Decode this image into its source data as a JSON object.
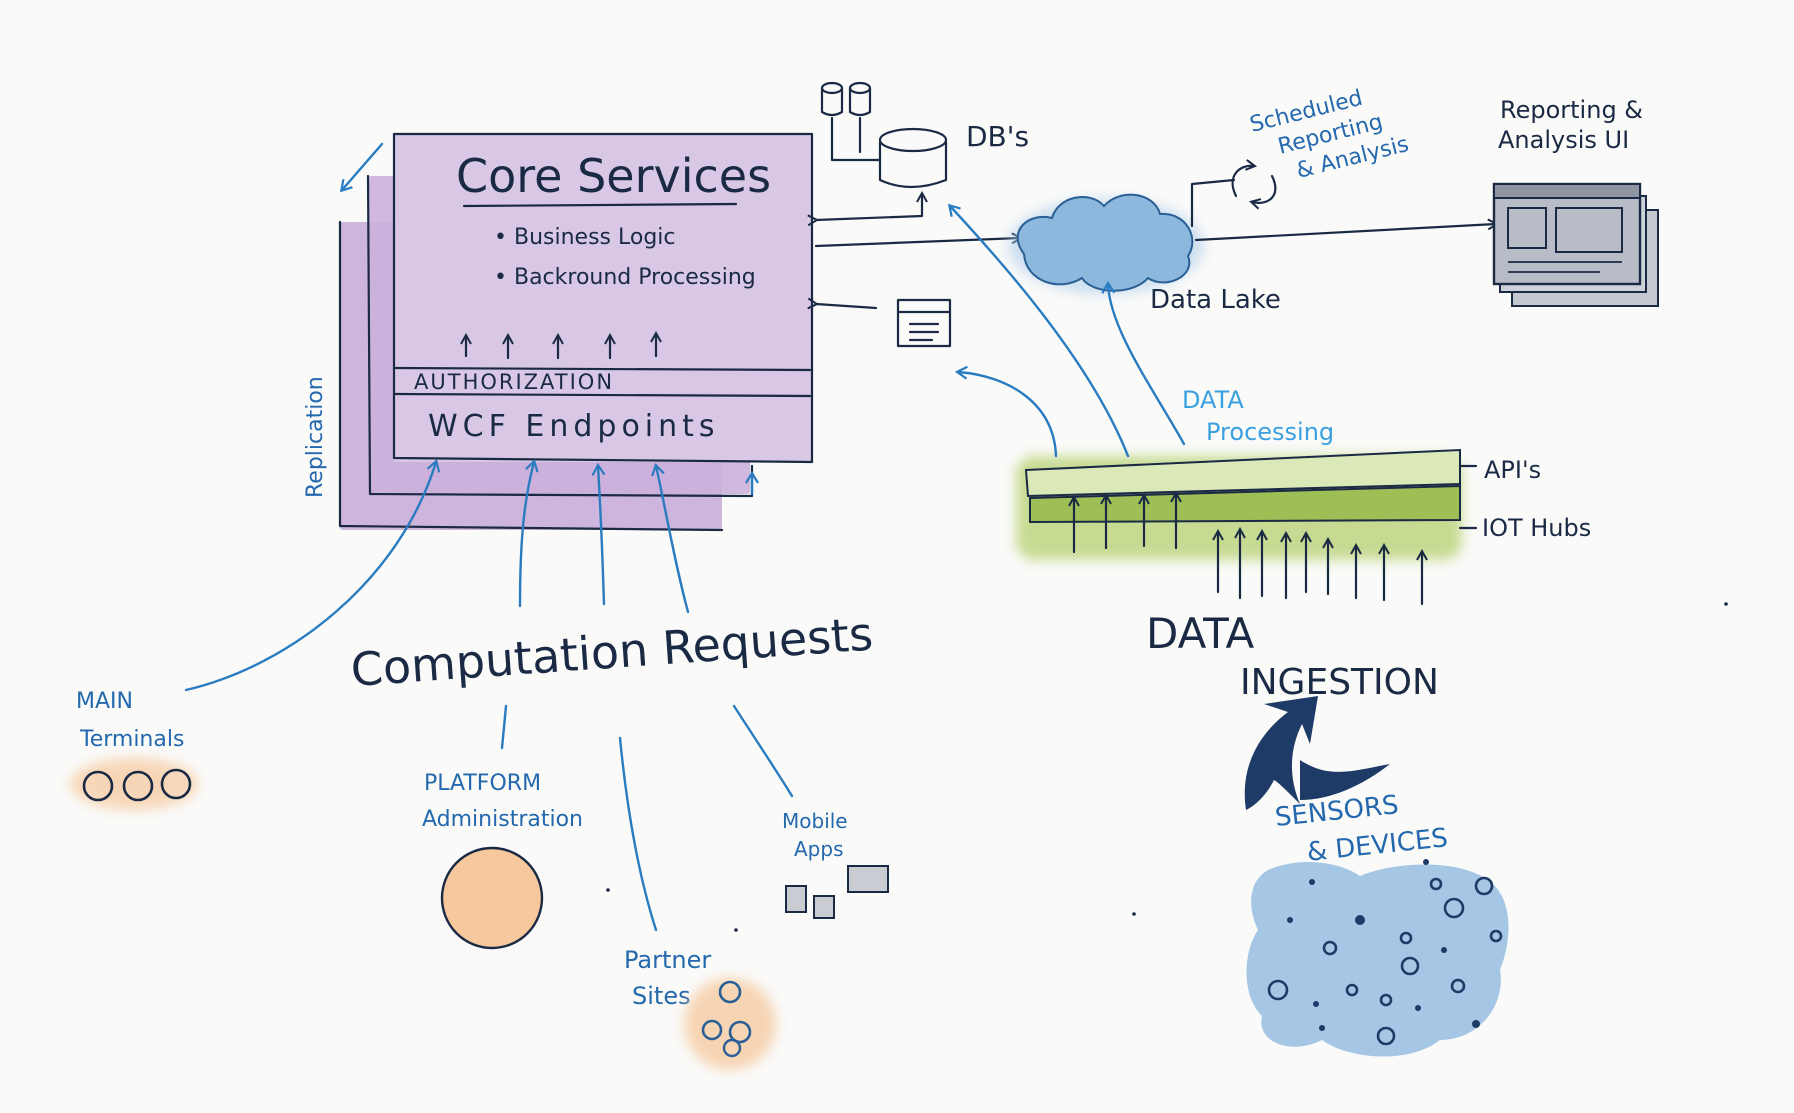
{
  "colors": {
    "ink": "#1b2a44",
    "blue": "#2a7cc0",
    "purple_fill": "#d8c8e6",
    "purple_stack": "#c6a8d8",
    "green_band": "#b6d070",
    "green_bar": "#9fbe55",
    "cloud": "#8cb8de",
    "peach": "#f6c89c",
    "blob": "#a6c6e6"
  },
  "core": {
    "title": "Core Services",
    "bullets": [
      "Business Logic",
      "Backround Processing"
    ],
    "authorization": "AUTHORIZATION",
    "endpoints": "WCF Endpoints",
    "replication": "Replication"
  },
  "storage": {
    "dbs": "DB's",
    "scheduled": [
      "Scheduled",
      "Reporting",
      "& Analysis"
    ],
    "data_lake": "Data Lake",
    "reporting_ui": [
      "Reporting &",
      "Analysis UI"
    ]
  },
  "processing": {
    "label": [
      "DATA",
      "Processing"
    ],
    "apis": "API's",
    "iot": "IOT Hubs"
  },
  "requests": {
    "title": "Computation Requests",
    "main_terminals": [
      "MAIN",
      "Terminals"
    ],
    "platform_admin": [
      "PLATFORM",
      "Administration"
    ],
    "partner_sites": [
      "Partner",
      "Sites"
    ],
    "mobile_apps": [
      "Mobile",
      "Apps"
    ]
  },
  "ingestion": {
    "title_1": "DATA",
    "title_2": "INGESTION",
    "sensors": [
      "SENSORS",
      "& DEVICES"
    ]
  },
  "icons": {
    "database": "database-icon",
    "document": "document-icon",
    "cloud": "cloud-icon",
    "monitor": "monitor-icon",
    "terminals": "terminals-icon",
    "admin": "admin-circle-icon",
    "partner": "partner-circles-icon",
    "mobile": "mobile-devices-icon",
    "sensors": "sensors-blob-icon",
    "cycle": "cycle-arrows-icon"
  }
}
